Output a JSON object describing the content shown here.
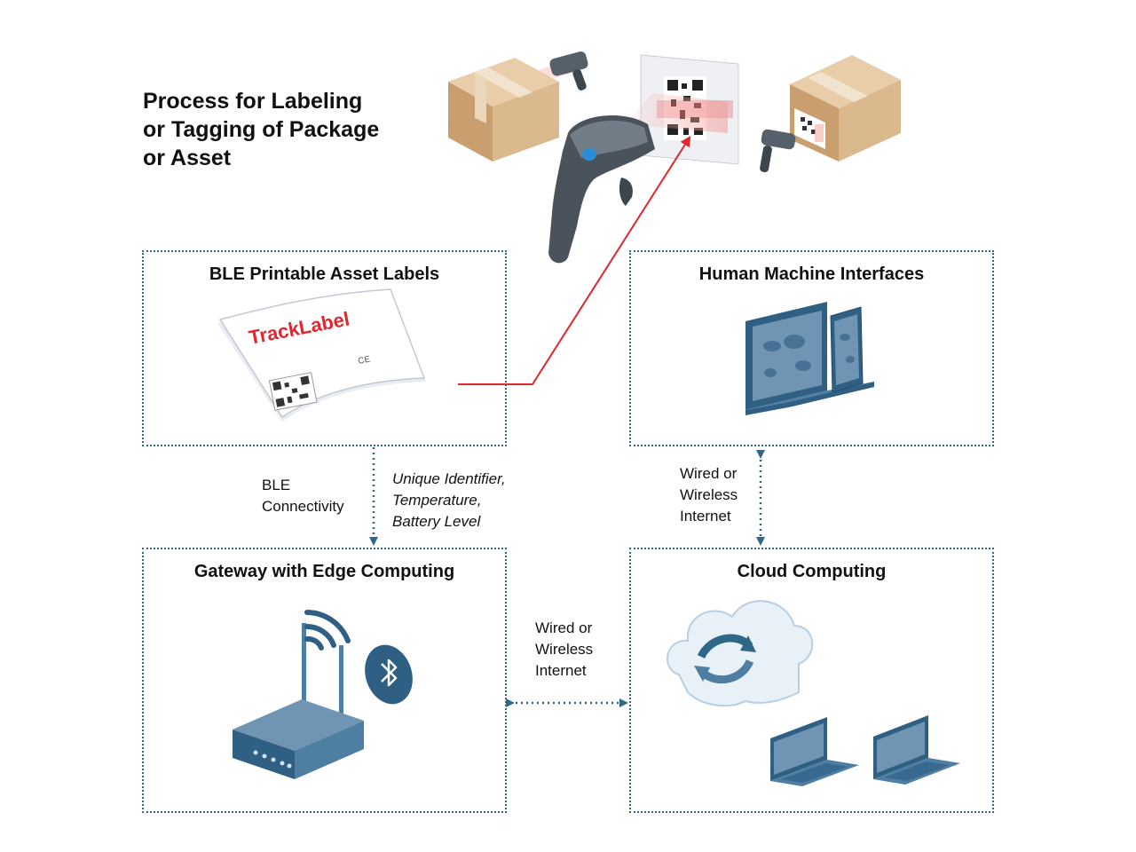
{
  "title": "Process for Labeling\nor Tagging of Package\nor Asset",
  "boxes": {
    "ble_labels": {
      "title": "BLE Printable Asset Labels",
      "label_brand": "TrackLabel",
      "label_mark": "CE"
    },
    "hmi": {
      "title": "Human Machine Interfaces"
    },
    "gateway": {
      "title": "Gateway with Edge Computing"
    },
    "cloud": {
      "title": "Cloud Computing"
    }
  },
  "connections": {
    "ble_connectivity": "BLE\nConnectivity",
    "ble_data": "Unique Identifier,\nTemperature,\nBattery Level",
    "hmi_cloud": "Wired or\nWireless\nInternet",
    "gateway_cloud": "Wired or\nWireless\nInternet"
  },
  "colors": {
    "border": "#2f6786",
    "device_blue": "#4f7ea3",
    "device_dark": "#2f5f83",
    "scan_red": "#e0262f",
    "box_brown": "#d7b58d"
  },
  "icons": [
    "package-box-icon",
    "barcode-scanner-icon",
    "qr-code-icon",
    "laptop-icon",
    "tablet-icon",
    "router-icon",
    "wifi-icon",
    "bluetooth-icon",
    "cloud-sync-icon"
  ]
}
